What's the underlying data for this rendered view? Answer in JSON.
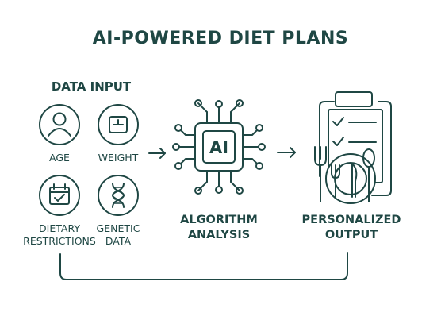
{
  "title": "AI-POWERED DIET PLANS",
  "input_section": {
    "heading": "DATA INPUT",
    "items": [
      {
        "label": "AGE",
        "icon": "person-icon"
      },
      {
        "label": "WEIGHT",
        "icon": "scale-icon"
      },
      {
        "label": "DIETARY\nRESTRICTIONS",
        "icon": "calendar-check-icon"
      },
      {
        "label": "GENETIC\nDATA",
        "icon": "dna-icon"
      }
    ]
  },
  "processor": {
    "chip_text": "AI",
    "label": "ALGORITHM\nANALYSIS"
  },
  "output": {
    "label": "PERSONALIZED\nOUTPUT",
    "icon": "clipboard-meal-icon"
  },
  "colors": {
    "primary": "#1f4744",
    "background": "#ffffff"
  }
}
